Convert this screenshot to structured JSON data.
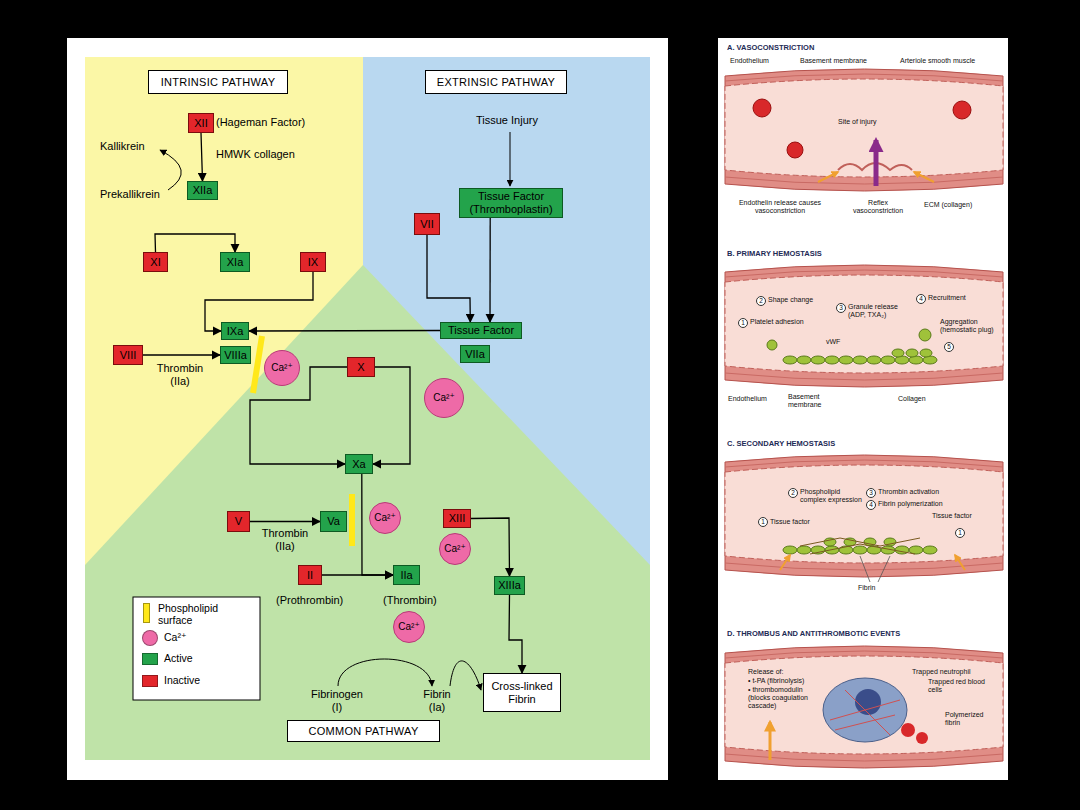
{
  "diagram": {
    "nodes": [
      {
        "text": [
          "INTRINSIC PATHWAY"
        ]
      },
      {
        "text": [
          "EXTRINSIC PATHWAY"
        ]
      },
      {
        "text": [
          "XII"
        ]
      },
      {
        "text": [
          "XIIa"
        ]
      },
      {
        "text": [
          "Tissue Factor (Thromboplastin)"
        ]
      },
      {
        "text": [
          "VII"
        ]
      },
      {
        "text": [
          "XI"
        ]
      },
      {
        "text": [
          "XIa"
        ]
      },
      {
        "text": [
          "IX"
        ]
      },
      {
        "text": [
          "IXa"
        ]
      },
      {
        "text": [
          "Tissue Factor"
        ]
      },
      {
        "text": [
          "VIIIa"
        ]
      },
      {
        "text": [
          "VIII"
        ]
      },
      {
        "text": [
          "X"
        ]
      },
      {
        "text": [
          "Ca²⁺"
        ]
      },
      {
        "text": [
          "VIIa"
        ]
      },
      {
        "text": [
          "Ca²⁺"
        ]
      },
      {
        "text": [
          "Xa"
        ]
      },
      {
        "text": [
          "V"
        ]
      },
      {
        "text": [
          "Va"
        ]
      },
      {
        "text": [
          "Ca²⁺"
        ]
      },
      {
        "text": [
          "XIII"
        ]
      },
      {
        "text": [
          "Ca²⁺"
        ]
      },
      {
        "text": [
          "II"
        ]
      },
      {
        "text": [
          "IIa"
        ]
      },
      {
        "text": [
          "XIIIa"
        ]
      },
      {
        "text": [
          "Ca²⁺"
        ]
      },
      {
        "text": [
          "Cross-linked Fibrin"
        ]
      },
      {
        "text": [
          "COMMON PATHWAY"
        ]
      }
    ],
    "edges": [
      {
        "from": 2,
        "to": 3,
        "arrow": "to"
      },
      {
        "from": 6,
        "to": 7,
        "arrow": "to"
      },
      {
        "from": 8,
        "to": 9,
        "arrow": "to"
      },
      {
        "from": 10,
        "to": 9,
        "arrow": "to"
      },
      {
        "from": 5,
        "to": 10,
        "arrow": "to"
      },
      {
        "from": 4,
        "to": 10,
        "arrow": "to"
      },
      {
        "from": 12,
        "to": 11,
        "label": "Thrombin (IIa)",
        "arrow": "to"
      },
      {
        "from": 13,
        "to": 17,
        "arrow": "to"
      },
      {
        "from": 13,
        "to": 17,
        "arrow": "to"
      },
      {
        "from": 18,
        "to": 19,
        "label": "Thrombin (IIa)",
        "arrow": "to"
      },
      {
        "from": 17,
        "to": 24,
        "arrow": "to"
      },
      {
        "from": 23,
        "to": 24,
        "arrow": "to"
      },
      {
        "from": 21,
        "to": 25,
        "arrow": "to"
      },
      {
        "from": 25,
        "to": 27,
        "arrow": "to"
      }
    ],
    "labels": [
      "(Hageman Factor)",
      "HMWK collagen",
      "Kallikrein",
      "Prekallikrein",
      "Tissue Injury",
      "(Prothrombin)",
      "(Thrombin)",
      "Fibrinogen (I)",
      "Fibrin (Ia)",
      "A. VASOCONSTRICTION",
      "Endothelium",
      "Basement membrane",
      "Arteriole smooth muscle",
      "Site of injury",
      "Endothelin release causes vasoconstriction",
      "Reflex vasoconstriction",
      "ECM (collagen)",
      "B. PRIMARY HEMOSTASIS",
      "2",
      "Shape change",
      "3",
      "Granule release (ADP, TXA₂)",
      "4",
      "Recruitment",
      "1",
      "Platelet adhesion",
      "vWF",
      "Aggregation (hemostatic plug)",
      "5",
      "Endothelium",
      "Basement membrane",
      "Collagen",
      "C. SECONDARY HEMOSTASIS",
      "2",
      "Phospholipid complex expression",
      "3",
      "Thrombin activation",
      "4",
      "Fibrin polymerization",
      "1",
      "Tissue factor",
      "Tissue factor",
      "1",
      "Fibrin",
      "D. THROMBUS AND ANTITHROMBOTIC EVENTS",
      "Release of:",
      "• t-PA (fibrinolysis)",
      "• thrombomodulin (blocks coagulation cascade)",
      "Trapped neutrophil",
      "Trapped red blood cells",
      "Polymerized fibrin"
    ],
    "legend": [
      {
        "text": "Phospholipid surface",
        "color": "#ffe81a"
      },
      {
        "text": "Ca²⁺",
        "color": "#ee6aa7"
      },
      {
        "text": "Active",
        "color": "#23a34b"
      },
      {
        "text": "Inactive",
        "color": "#e3262b"
      }
    ]
  }
}
